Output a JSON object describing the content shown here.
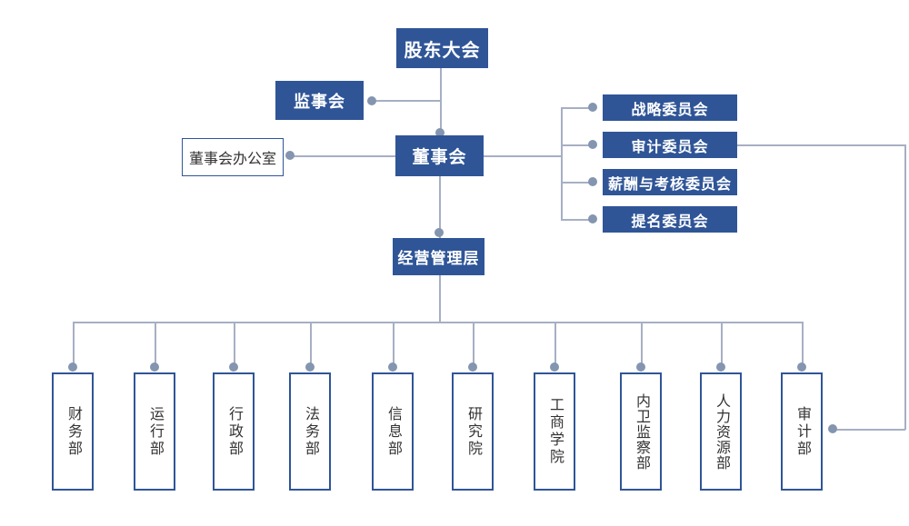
{
  "diagram": {
    "type": "org-chart",
    "nodes": {
      "shareholders": {
        "label": "股东大会"
      },
      "supervisory_board": {
        "label": "监事会"
      },
      "board_of_directors": {
        "label": "董事会"
      },
      "board_office": {
        "label": "董事会办公室"
      },
      "management": {
        "label": "经营管理层"
      }
    },
    "committees": [
      {
        "label": "战略委员会"
      },
      {
        "label": "审计委员会"
      },
      {
        "label": "薪酬与考核委员会"
      },
      {
        "label": "提名委员会"
      }
    ],
    "departments": [
      {
        "label": "财务部"
      },
      {
        "label": "运行部"
      },
      {
        "label": "行政部"
      },
      {
        "label": "法务部"
      },
      {
        "label": "信息部"
      },
      {
        "label": "研究院"
      },
      {
        "label": "工商学院"
      },
      {
        "label": "内卫监察部"
      },
      {
        "label": "人力资源部"
      },
      {
        "label": "审计部"
      }
    ],
    "colors": {
      "filled_box": "#2f5597",
      "outline_box_border": "#2f5597",
      "filled_box_text": "#ffffff",
      "outline_box_text": "#333333",
      "connector_line": "#a6afc3",
      "connector_dot": "#8495b0",
      "background": "#ffffff"
    }
  }
}
